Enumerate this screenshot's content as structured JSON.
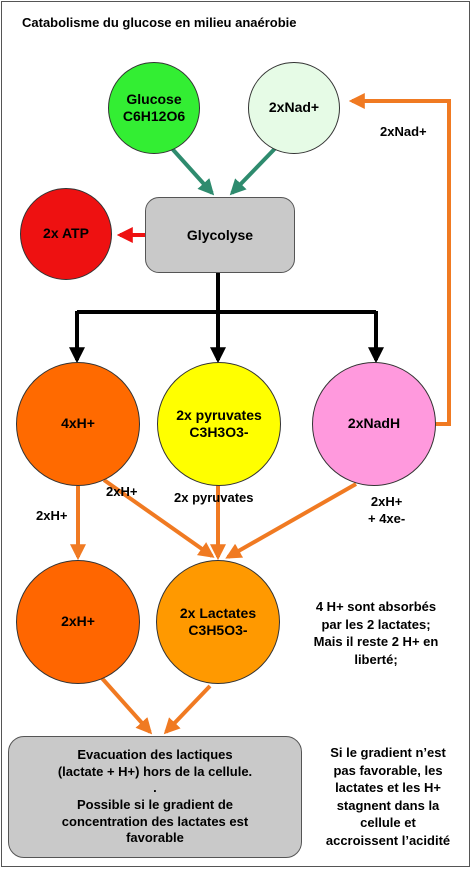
{
  "title": "Catabolisme du glucose en milieu anaérobie",
  "nodes": {
    "glucose": "Glucose\nC6H12O6",
    "nad": "2xNad+",
    "glycolyse": "Glycolyse",
    "atp": "2x ATP",
    "h4": "4xH+",
    "pyruvates": "2x pyruvates\nC3H3O3-",
    "nadh": "2xNadH",
    "h2": "2xH+",
    "lactates": "2x Lactates\nC3H5O3-",
    "evacuation": "Evacuation des lactiques\n(lactate + H+) hors de la cellule.\n.\nPossible si le gradient de\nconcentration des lactates est\nfavorable"
  },
  "edge_labels": {
    "nad_return": "2xNad+",
    "h_left": "2xH+",
    "h_cross": "2xH+",
    "pyruvates": "2x pyruvates",
    "nadh_out": "2xH+\n+ 4xe-"
  },
  "notes": {
    "absorbed": "4 H+ sont absorbés\npar les 2 lactates;\nMais il reste 2 H+ en\nliberté;",
    "gradient": "Si le gradient n’est\npas favorable, les\nlactates et les H+\nstagnent dans la\ncellule et\naccroissent l’acidité"
  },
  "colors": {
    "glucose": "#33ee33",
    "nad": "#e6fbe6",
    "glycolyse": "#c9c9c9",
    "atp": "#ee1111",
    "h4": "#ff6a00",
    "pyruvates": "#ffff00",
    "nadh": "#ff99dd",
    "h2": "#ff6600",
    "lactates": "#ff9900",
    "evacuation": "#c9c9c9",
    "arrow_green": "#2e8b6e",
    "arrow_red": "#ee1111",
    "arrow_black": "#000000",
    "arrow_orange": "#f07a22"
  }
}
